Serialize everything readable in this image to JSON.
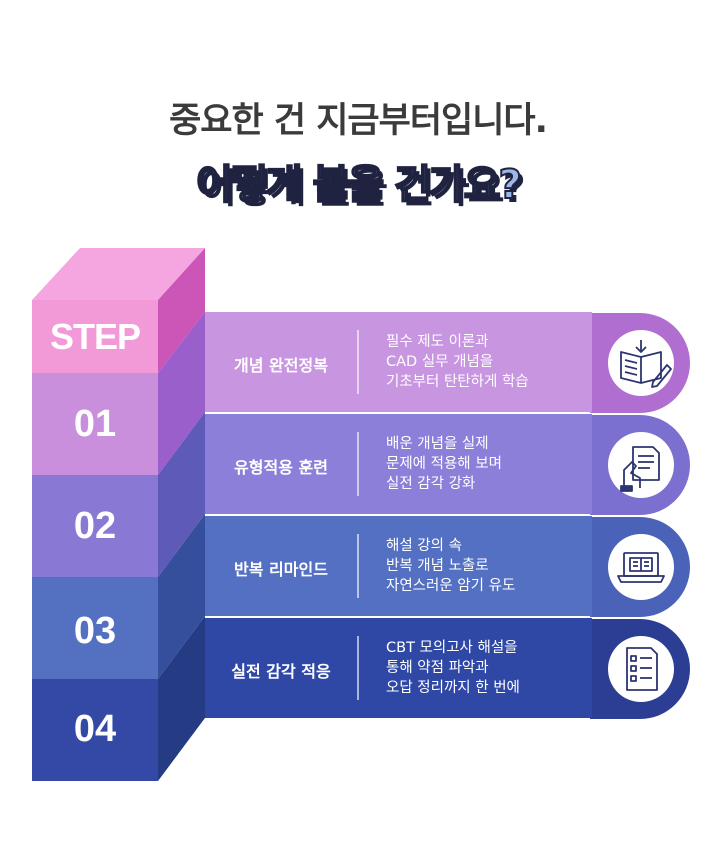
{
  "header": {
    "headline": "중요한 건 지금부터입니다.",
    "subhead": "어떻게 볼을 건가요?"
  },
  "stairs": {
    "top_label": "STEP",
    "numbers": [
      "01",
      "02",
      "03",
      "04"
    ]
  },
  "steps": [
    {
      "title": "개념 완전정복",
      "lines": [
        "필수 제도 이론과",
        "CAD 실무 개념을",
        "기초부터 탄탄하게 학습"
      ],
      "icon": "open-book-pen-icon"
    },
    {
      "title": "유형적용 훈련",
      "lines": [
        "배운 개념을 실제",
        "문제에 적용해 보며",
        "실전 감각 강화"
      ],
      "icon": "hand-document-icon"
    },
    {
      "title": "반복 리마인드",
      "lines": [
        "해설 강의 속",
        "반복 개념 노출로",
        "자연스러운 암기 유도"
      ],
      "icon": "laptop-book-icon"
    },
    {
      "title": "실전 감각 적응",
      "lines": [
        "CBT 모의고사 해설을",
        "통해 약점 파악과",
        "오답 정리까지 한 번에"
      ],
      "icon": "checklist-icon"
    }
  ],
  "colors": {
    "band1": "#c895e0",
    "band2": "#9a86da",
    "band3": "#5b72c2",
    "band4": "#3a4fa6",
    "stair_top": "#f29ad8",
    "headline": "#3b3b3b",
    "subhead_fill": "#9fb6e8",
    "subhead_outline": "#1f2340"
  }
}
